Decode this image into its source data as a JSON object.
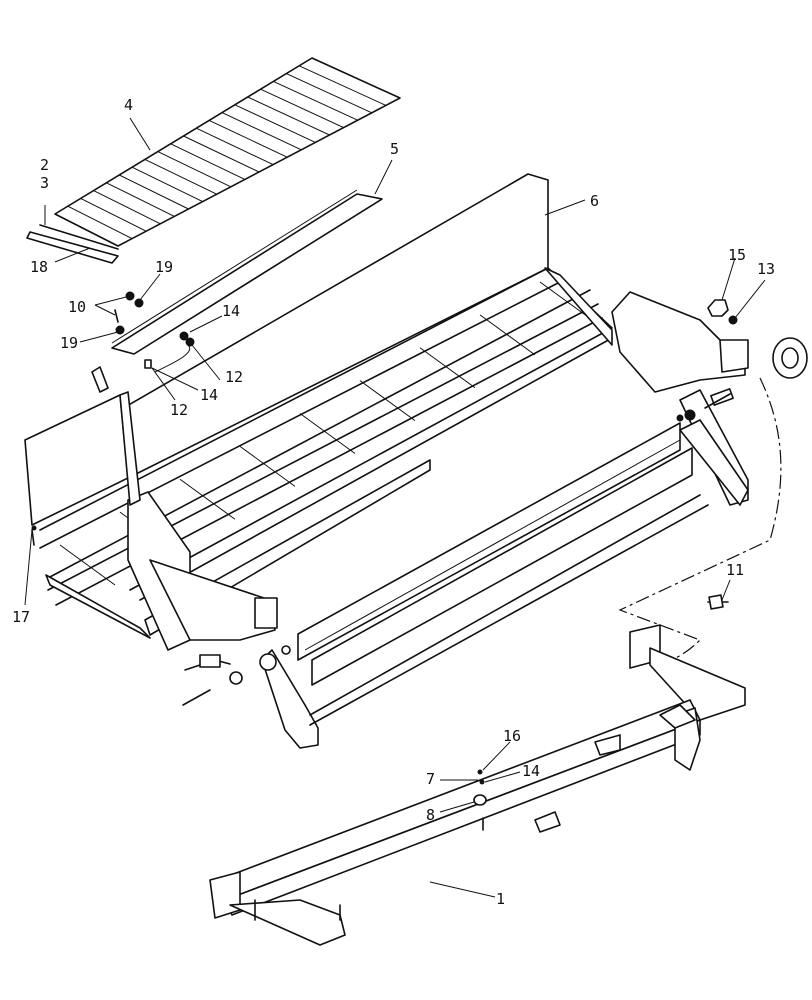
{
  "diagram": {
    "callouts": [
      {
        "id": "c1",
        "text": "1"
      },
      {
        "id": "c2",
        "text": "2"
      },
      {
        "id": "c3",
        "text": "3"
      },
      {
        "id": "c4",
        "text": "4"
      },
      {
        "id": "c5",
        "text": "5"
      },
      {
        "id": "c6",
        "text": "6"
      },
      {
        "id": "c7",
        "text": "7"
      },
      {
        "id": "c8",
        "text": "8"
      },
      {
        "id": "c10",
        "text": "10"
      },
      {
        "id": "c11",
        "text": "11"
      },
      {
        "id": "c12a",
        "text": "12"
      },
      {
        "id": "c12b",
        "text": "12"
      },
      {
        "id": "c13",
        "text": "13"
      },
      {
        "id": "c14a",
        "text": "14"
      },
      {
        "id": "c14b",
        "text": "14"
      },
      {
        "id": "c14c",
        "text": "14"
      },
      {
        "id": "c15",
        "text": "15"
      },
      {
        "id": "c16",
        "text": "16"
      },
      {
        "id": "c17",
        "text": "17"
      },
      {
        "id": "c18",
        "text": "18"
      },
      {
        "id": "c19a",
        "text": "19"
      },
      {
        "id": "c19b",
        "text": "19"
      }
    ],
    "colors": {
      "line": "#111111",
      "background": "#ffffff"
    }
  }
}
